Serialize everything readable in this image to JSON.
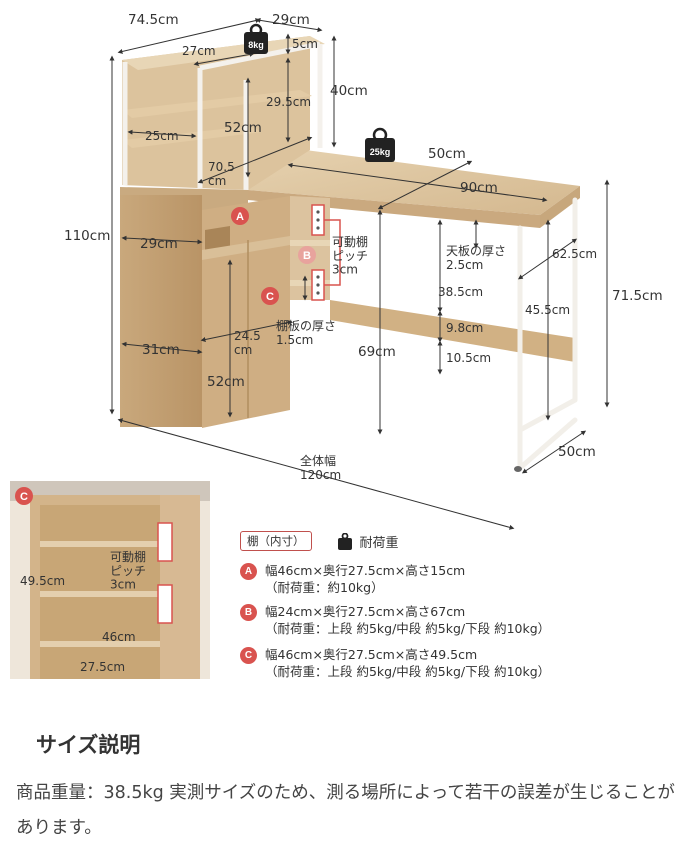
{
  "diagram": {
    "weights": {
      "top": "8kg",
      "desk": "25kg"
    },
    "dims": {
      "top_width": "74.5cm",
      "shelf_depth": "29cm",
      "top_inner": "27cm",
      "top_gap": "5cm",
      "top_height": "40cm",
      "top_inner_h": "29.5cm",
      "upper_inner": "25cm",
      "upper_h": "52cm",
      "cab_depth": "70.5\ncm",
      "desk_depth": "50cm",
      "desk_width": "90cm",
      "a_width": "29cm",
      "movable": "可動棚\nピッチ\n3cm",
      "top_thick": "天板の厚さ\n2.5cm",
      "side_62": "62.5cm",
      "h_71": "71.5cm",
      "h_38": "38.5cm",
      "h_9": "9.8cm",
      "h_10": "10.5cm",
      "h_45": "45.5cm",
      "shelf_thick": "棚板の厚さ\n1.5cm",
      "total_h": "110cm",
      "cab_w": "31cm",
      "c_inner_w": "24.5\ncm",
      "cab_h": "52cm",
      "desk_h": "69cm",
      "base_depth": "50cm",
      "overall": "全体幅\n120cm"
    },
    "badges": [
      "A",
      "B",
      "C"
    ]
  },
  "photo": {
    "badge": "C",
    "movable": "可動棚\nピッチ\n3cm",
    "h": "49.5cm",
    "w": "46cm",
    "d": "27.5cm"
  },
  "legend": {
    "shelf_tag": "棚（内寸）",
    "weight_label": "耐荷重",
    "rows": [
      {
        "badge": "A",
        "line1": "幅46cm×奥行27.5cm×高さ15cm",
        "line2": "（耐荷重：約10kg）"
      },
      {
        "badge": "B",
        "line1": "幅24cm×奥行27.5cm×高さ67cm",
        "line2": "（耐荷重：上段 約5kg/中段 約5kg/下段 約10kg）"
      },
      {
        "badge": "C",
        "line1": "幅46cm×奥行27.5cm×高さ49.5cm",
        "line2": "（耐荷重：上段 約5kg/中段 約5kg/下段 約10kg）"
      }
    ]
  },
  "section": {
    "title": "サイズ説明",
    "body": "商品重量：38.5kg 実測サイズのため、測る場所によって若干の誤差が生じることがあります。"
  }
}
